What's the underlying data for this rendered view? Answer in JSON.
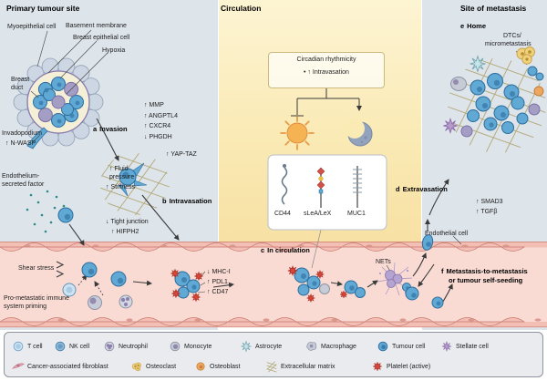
{
  "headers": {
    "primary": "Primary tumour site",
    "circulation": "Circulation",
    "metastasis": "Site of metastasis"
  },
  "primary": {
    "myoepithelial_cell": "Myoepithelial cell",
    "basement_membrane": "Basement membrane",
    "breast_epithelial_cell": "Breast epithelial cell",
    "hypoxia": "Hypoxia",
    "breast_duct": "Breast duct",
    "invadopodium": "Invadopodium",
    "n_wasp": "↑ N-WASP",
    "endothelium_secreted_factor": "Endothelium-secreted factor",
    "step_a_letter": "a",
    "step_a_label": "Invasion",
    "invasion_factors": [
      "↑ MMP",
      "↑ ANGPTL4",
      "↑ CXCR4",
      "↓ PHGDH"
    ],
    "yap_taz": "↑ YAP-TAZ",
    "fluid_pressure": "↑ Fluid pressure",
    "stiffness": "↑ Stiffness",
    "step_b_letter": "b",
    "step_b_label": "Intravasation",
    "tight_junction": "↓ Tight junction",
    "hifph2": "↑ HIFPH2",
    "shear_stress": "Shear stress",
    "immune_priming": "Pro-metastatic immune system priming",
    "mhc": "↓ MHC-I",
    "pdl1": "↑ PDL1",
    "cd47": "↑ CD47"
  },
  "circulation": {
    "circadian_title": "Circadian rhythmicity",
    "circadian_item": "• ↑ Intravasation",
    "receptor_cd44": "CD44",
    "receptor_slea": "sLeA/LeX",
    "receptor_muc1": "MUC1",
    "step_c_letter": "c",
    "step_c_label": "In circulation",
    "nets": "NETs"
  },
  "metastasis": {
    "step_e_letter": "e",
    "step_e_label": "Home",
    "dtcs_line1": "DTCs/",
    "dtcs_line2": "micrometastasis",
    "step_d_letter": "d",
    "step_d_label": "Extravasation",
    "smad3": "↑ SMAD3",
    "tgfb": "↑ TGFβ",
    "endothelial_cell": "Endothelial cell",
    "step_f_letter": "f",
    "step_f_label": "Metastasis-to-metastasis",
    "step_f_label2": "or tumour self-seeding"
  },
  "legend": {
    "row1": [
      {
        "icon": "t-cell",
        "label": "T cell"
      },
      {
        "icon": "nk-cell",
        "label": "NK cell"
      },
      {
        "icon": "neutrophil",
        "label": "Neutrophil"
      },
      {
        "icon": "monocyte",
        "label": "Monocyte"
      },
      {
        "icon": "astrocyte",
        "label": "Astrocyte"
      },
      {
        "icon": "macrophage",
        "label": "Macrophage"
      },
      {
        "icon": "tumour-cell",
        "label": "Tumour cell"
      },
      {
        "icon": "stellate-cell",
        "label": "Stellate cell"
      }
    ],
    "row2": [
      {
        "icon": "cancer-associated-fibroblast",
        "label": "Cancer-associated fibroblast"
      },
      {
        "icon": "osteoclast",
        "label": "Osteoclast"
      },
      {
        "icon": "osteoblast",
        "label": "Osteoblast"
      },
      {
        "icon": "extracellular-matrix",
        "label": "Extracellular matrix"
      },
      {
        "icon": "platelet-active",
        "label": "Platelet (active)"
      }
    ]
  },
  "colors": {
    "tumour_cell_blue": "#5fa9d4",
    "vessel_pink": "#f9dbd4",
    "vessel_wall": "#f1b5aa",
    "platelet_red": "#d9483b",
    "panel_gray": "#dde4ea",
    "circulation_yellow": "#faeab5",
    "ecm_tan": "#b3a878"
  }
}
